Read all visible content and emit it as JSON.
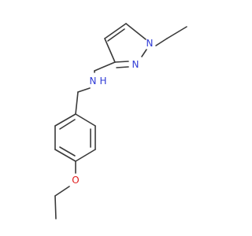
{
  "colors": {
    "background": "#ffffff",
    "bond": "#3a3a3a",
    "nitrogen": "#2f3bd6",
    "oxygen": "#e01b1b"
  },
  "atoms": {
    "n_ring_1": "N",
    "n_ring_2": "N",
    "n_amine": "N",
    "h_amine": "H",
    "o_ether": "O"
  }
}
